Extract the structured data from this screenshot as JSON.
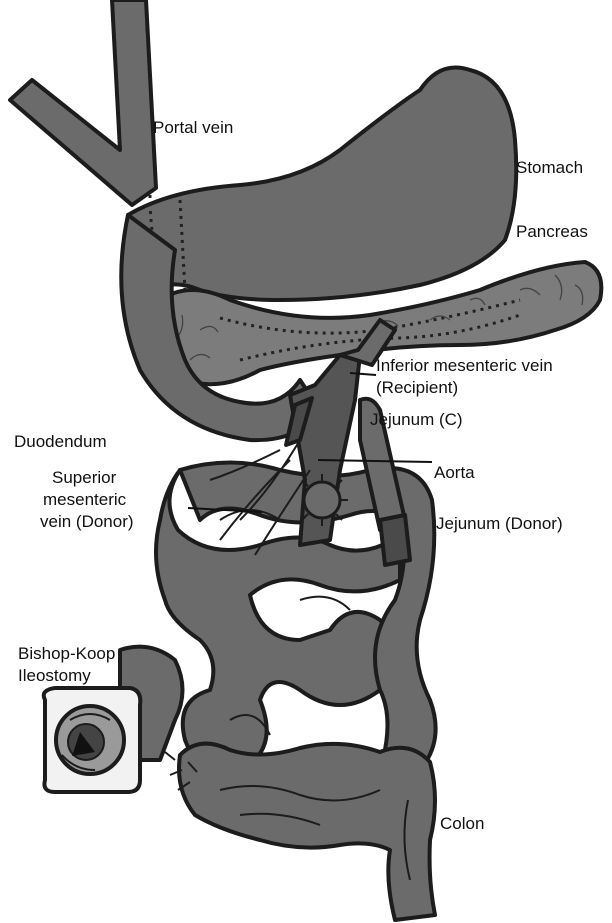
{
  "labels": {
    "portal_vein": "Portal vein",
    "stomach": "Stomach",
    "pancreas": "Pancreas",
    "inferior_mesenteric_vein": "Inferior mesenteric vein",
    "recipient": "(Recipient)",
    "jejunum_c": "Jejunum (C)",
    "duodendum": "Duodendum",
    "aorta": "Aorta",
    "superior_line1": "Superior",
    "superior_line2": "mesenteric",
    "superior_line3": "vein (Donor)",
    "jejunum_donor": "Jejunum (Donor)",
    "bishop_koop_line1": "Bishop-Koop",
    "bishop_koop_line2": "Ileostomy",
    "colon": "Colon"
  },
  "colors": {
    "organ_fill": "#6b6b6b",
    "organ_dark": "#4a4a4a",
    "pancreas_fill": "#7c7c7c",
    "outline": "#1c1c1c",
    "stoma_face": "#f2f2f2"
  }
}
